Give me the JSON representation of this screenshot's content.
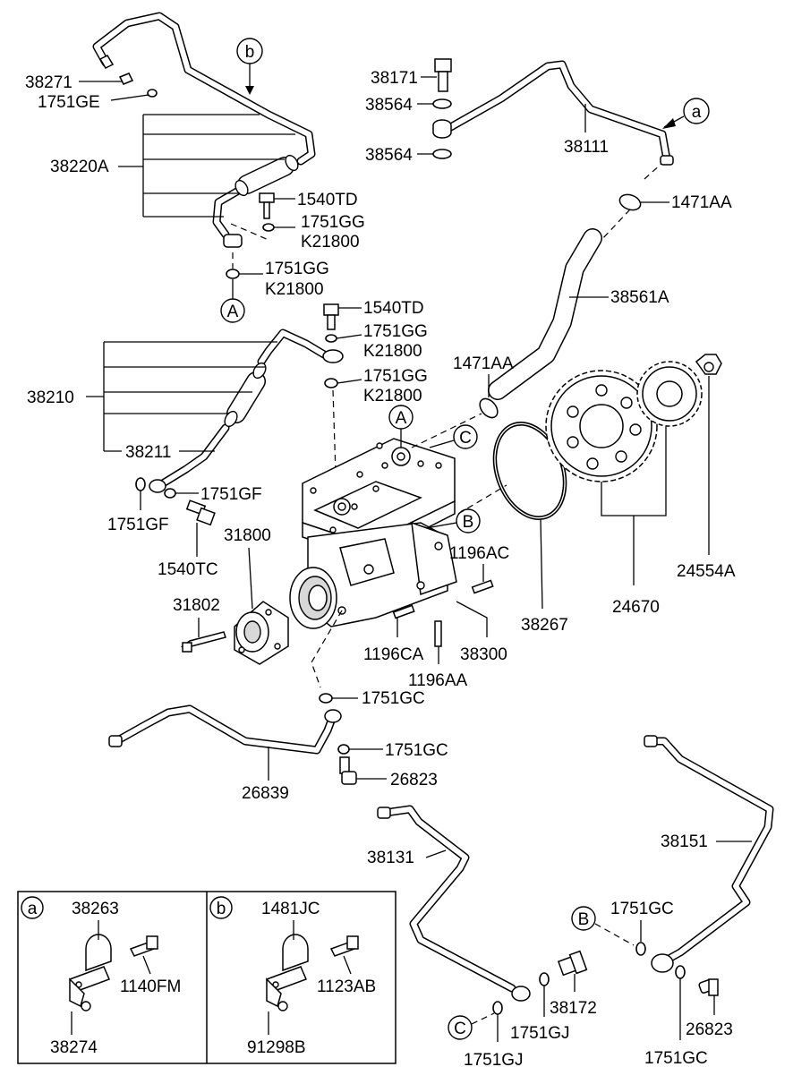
{
  "labels": {
    "p38271": "38271",
    "p1751GE": "1751GE",
    "p38220A": "38220A",
    "p1540TD_1": "1540TD",
    "p1751GG_1": "1751GG",
    "pK21800_1": "K21800",
    "p1751GG_2": "1751GG",
    "pK21800_2": "K21800",
    "p1540TD_2": "1540TD",
    "p1751GG_3": "1751GG",
    "pK21800_3": "K21800",
    "p1751GG_4": "1751GG",
    "pK21800_4": "K21800",
    "p38210": "38210",
    "p38211": "38211",
    "p1751GF_1": "1751GF",
    "p1751GF_2": "1751GF",
    "p1540TC": "1540TC",
    "p31800": "31800",
    "p31802": "31802",
    "p38171": "38171",
    "p38564_1": "38564",
    "p38564_2": "38564",
    "p38111": "38111",
    "p1471AA_1": "1471AA",
    "p38561A": "38561A",
    "p1471AA_2": "1471AA",
    "p1196AC": "1196AC",
    "p1196CA": "1196CA",
    "p1196AA": "1196AA",
    "p38300": "38300",
    "p38267": "38267",
    "p24670": "24670",
    "p24554A": "24554A",
    "p1751GC_1": "1751GC",
    "p1751GC_2": "1751GC",
    "p26823_1": "26823",
    "p26839": "26839",
    "p38131": "38131",
    "p38151": "38151",
    "p1751GC_3": "1751GC",
    "p38172": "38172",
    "p1751GJ_1": "1751GJ",
    "p1751GJ_2": "1751GJ",
    "p1751GC_4": "1751GC",
    "p26823_2": "26823"
  },
  "callouts": {
    "a": "a",
    "b": "b",
    "A_top": "A",
    "A_mid": "A",
    "B_mid": "B",
    "B_low": "B",
    "C_mid": "C",
    "C_low": "C"
  },
  "inset": {
    "a_key": "a",
    "a_part1": "38263",
    "a_part2": "1140FM",
    "a_part3": "38274",
    "b_key": "b",
    "b_part1": "1481JC",
    "b_part2": "1123AB",
    "b_part3": "91298B"
  }
}
